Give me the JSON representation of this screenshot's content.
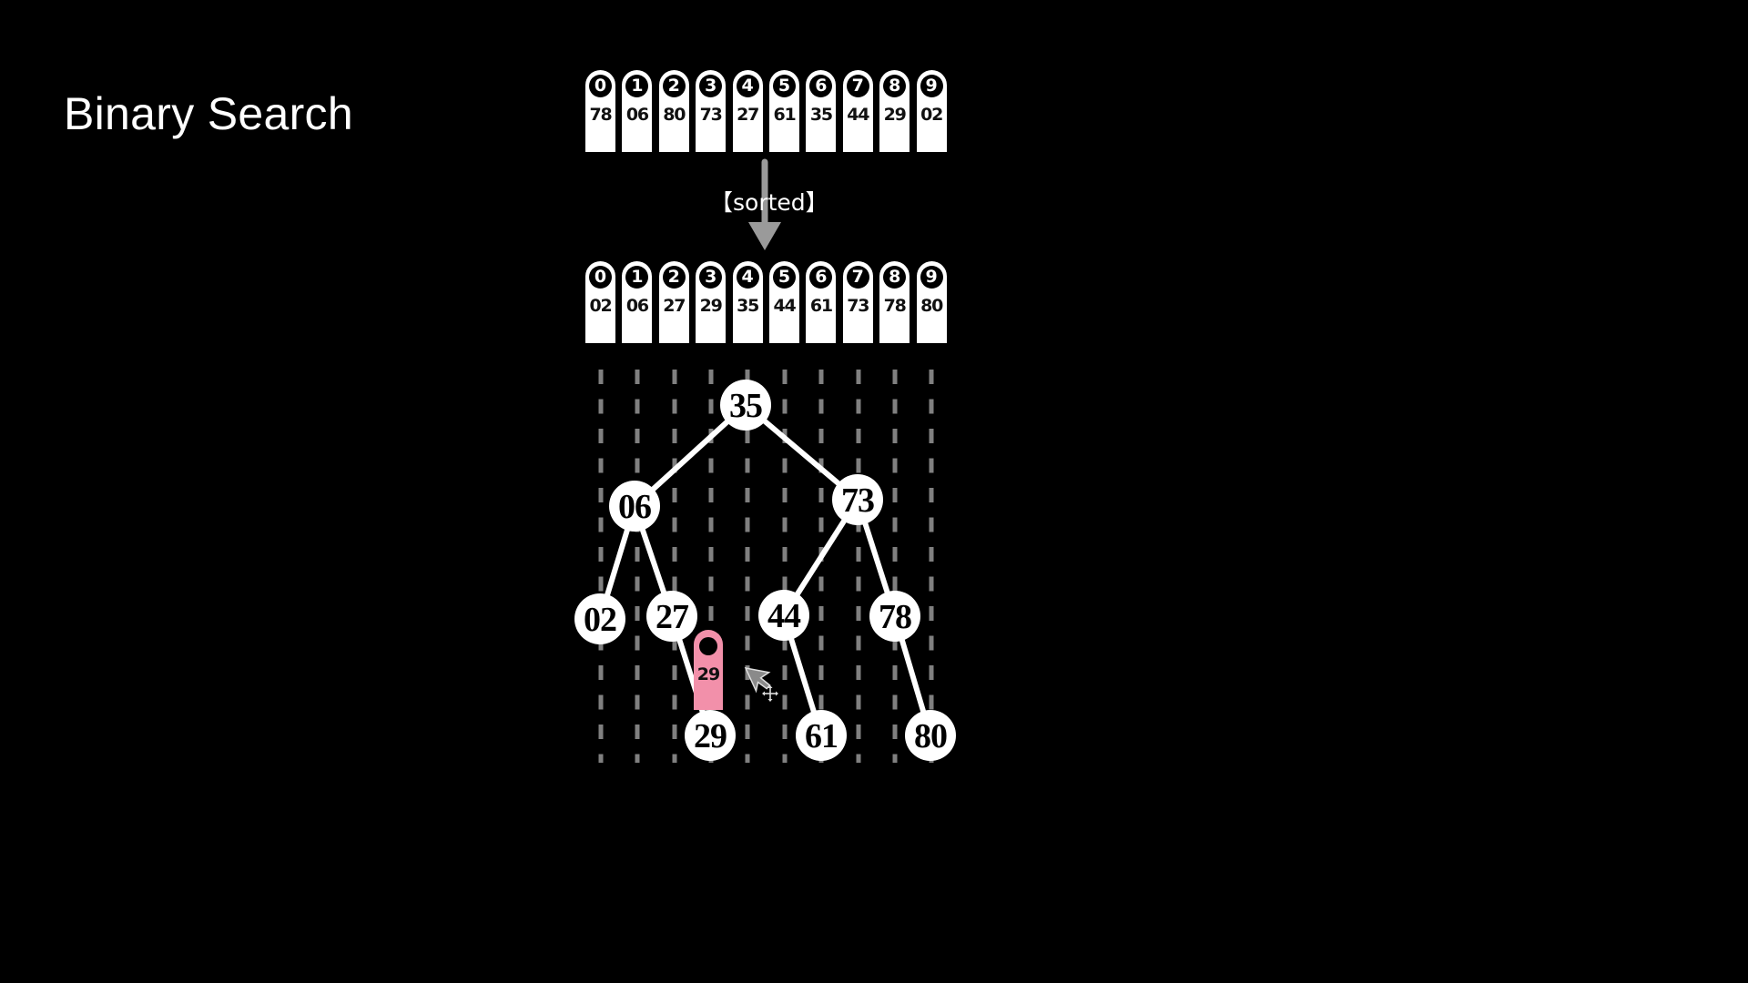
{
  "title": "Binary Search",
  "unsorted_array": {
    "indices": [
      "0",
      "1",
      "2",
      "3",
      "4",
      "5",
      "6",
      "7",
      "8",
      "9"
    ],
    "values": [
      "78",
      "06",
      "80",
      "73",
      "27",
      "61",
      "35",
      "44",
      "29",
      "02"
    ]
  },
  "sort_step": {
    "label": "【sorted】",
    "arrow_icon": "down-arrow-icon"
  },
  "sorted_array": {
    "indices": [
      "0",
      "1",
      "2",
      "3",
      "4",
      "5",
      "6",
      "7",
      "8",
      "9"
    ],
    "values": [
      "02",
      "06",
      "27",
      "29",
      "35",
      "44",
      "61",
      "73",
      "78",
      "80"
    ]
  },
  "tree": {
    "nodes": {
      "root": "35",
      "l": "06",
      "r": "73",
      "ll": "02",
      "lr": "27",
      "rl": "44",
      "rr": "78",
      "lrr": "29",
      "rlr": "61",
      "rrr": "80"
    },
    "edges": [
      [
        "35",
        "06"
      ],
      [
        "35",
        "73"
      ],
      [
        "06",
        "02"
      ],
      [
        "06",
        "27"
      ],
      [
        "27",
        "29"
      ],
      [
        "73",
        "44"
      ],
      [
        "73",
        "78"
      ],
      [
        "44",
        "61"
      ],
      [
        "78",
        "80"
      ]
    ]
  },
  "search_target": {
    "value": "29",
    "color": "#f290aa"
  },
  "colors": {
    "background": "#000000",
    "tag": "#ffffff",
    "guide_dash": "#808080",
    "arrow": "#9a9a9a",
    "target_tag": "#f290aa"
  },
  "cursor": {
    "icon": "move-cursor-icon"
  }
}
